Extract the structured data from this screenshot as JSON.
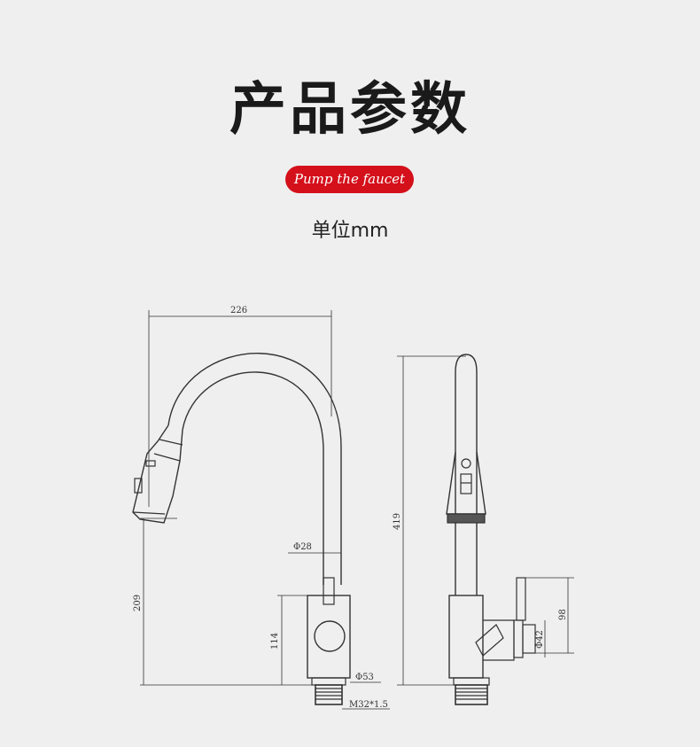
{
  "header": {
    "title": "产品参数",
    "badge": "Pump the faucet",
    "unit": "单位mm"
  },
  "dimensions": {
    "total_width": "226",
    "pipe_diameter": "Φ28",
    "sprayer_height": "209",
    "body_height": "114",
    "base_diameter": "Φ53",
    "thread": "M32*1.5",
    "total_height": "419",
    "handle_height": "98",
    "handle_diameter": "Φ42"
  },
  "colors": {
    "badge_bg": "#d4101b",
    "line": "#333333",
    "background": "#efefef"
  }
}
